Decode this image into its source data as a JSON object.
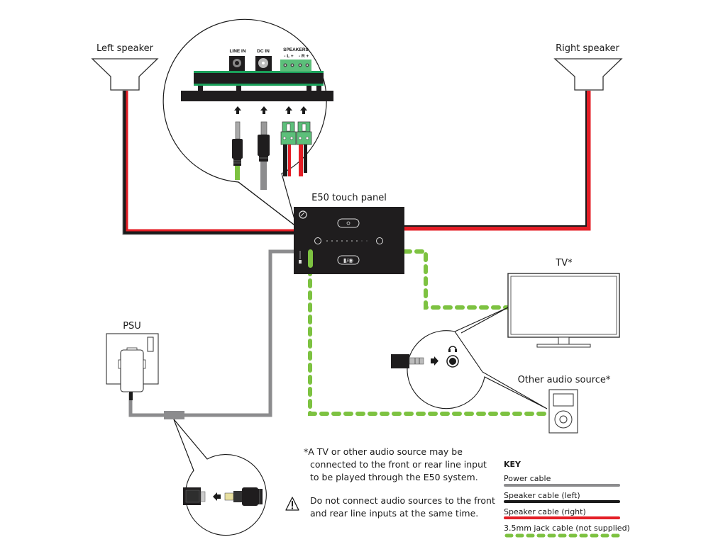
{
  "labels": {
    "left_speaker": "Left speaker",
    "right_speaker": "Right speaker",
    "panel": "E50 touch panel",
    "tv": "TV*",
    "other_source": "Other audio source*",
    "psu": "PSU"
  },
  "rear_panel": {
    "line_in": "LINE IN",
    "dc_in": "DC IN",
    "speakers": "SPEAKERS",
    "left_polarity": "- L +",
    "right_polarity": "- R +"
  },
  "notes": {
    "footnote_lines": [
      "*A TV or other audio source may be",
      "connected to the front or rear line input",
      "to be played through the E50 system."
    ],
    "warning_lines": [
      "Do not connect audio sources to the front",
      "and rear line inputs at the same time."
    ],
    "warning_icon": "warning-triangle-icon"
  },
  "key": {
    "title": "KEY",
    "items": [
      {
        "label": "Power cable",
        "color": "#8c8c8e",
        "style": "solid"
      },
      {
        "label": "Speaker cable (left)",
        "color": "#1a1a1a",
        "style": "solid"
      },
      {
        "label": "Speaker cable (right)",
        "color": "#e41e26",
        "style": "solid"
      },
      {
        "label": "3.5mm jack cable (not supplied)",
        "color": "#7dc241",
        "style": "dashed"
      }
    ]
  },
  "colors": {
    "power": "#8c8c8e",
    "speaker_left": "#1a1a1a",
    "speaker_right": "#e41e26",
    "jack": "#7dc241",
    "panel": "#1f1d1e",
    "pcb": "#1aa05a",
    "terminal": "#5cbf7a"
  }
}
